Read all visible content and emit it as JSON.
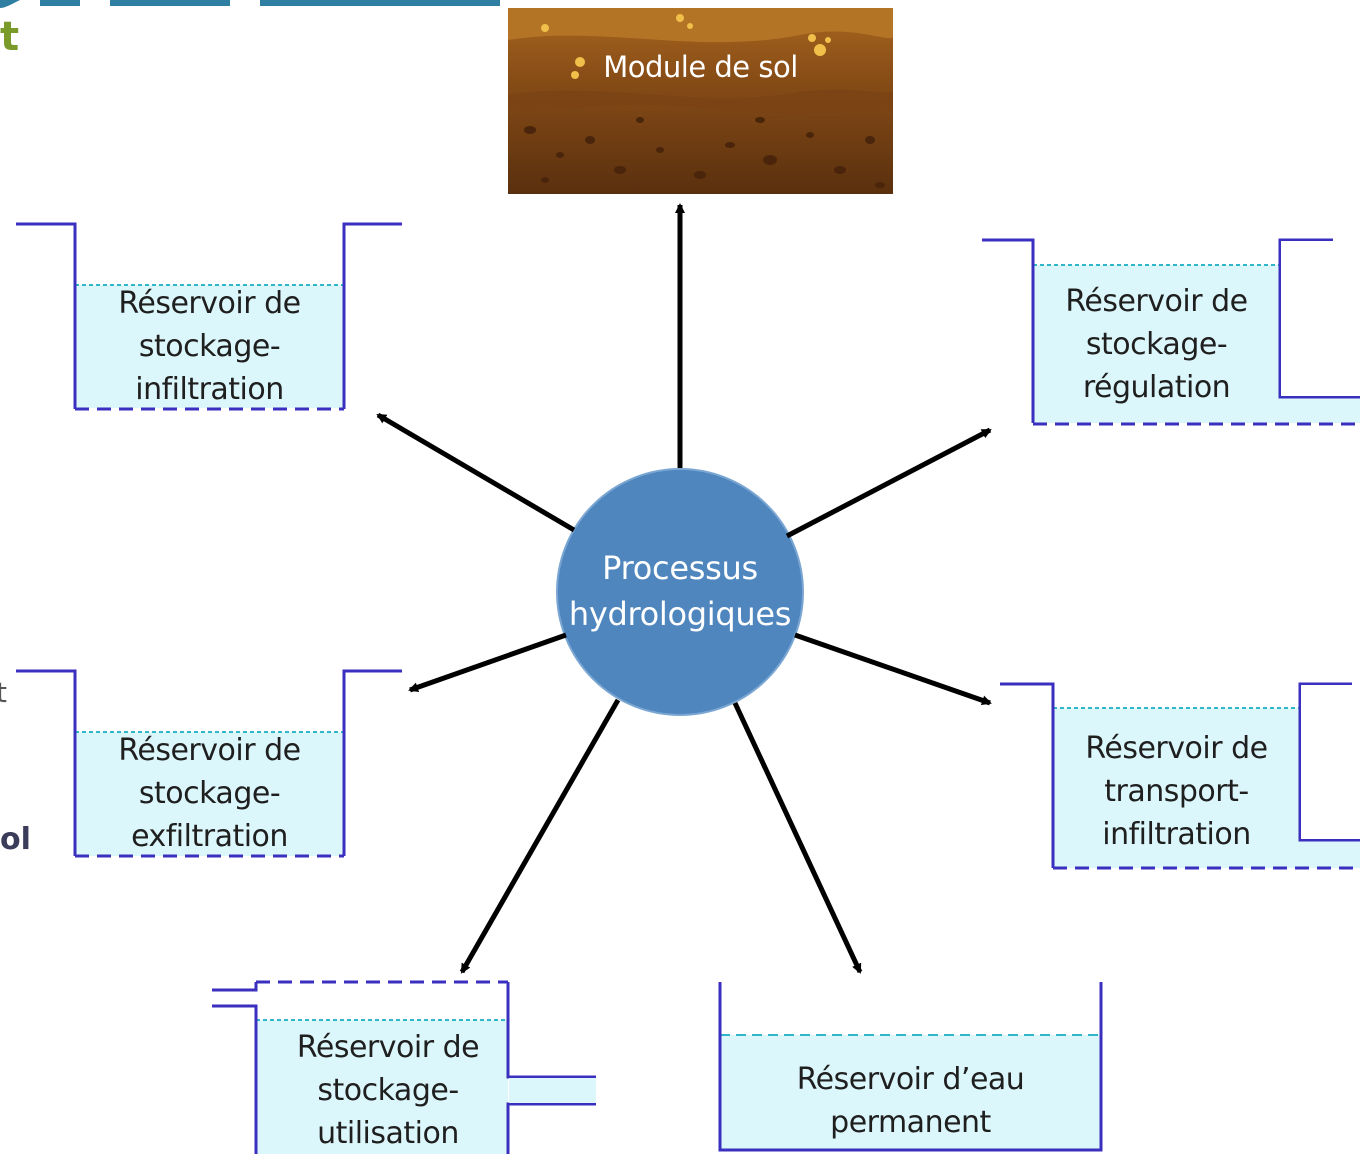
{
  "background_fragments": {
    "top_right_of_title": "t",
    "left_t": "t",
    "left_ol": "ol"
  },
  "soil_module": {
    "label": "Module de sol"
  },
  "center": {
    "line1": "Processus",
    "line2": "hydrologiques"
  },
  "reservoirs": {
    "infiltration": {
      "line1": "Réservoir de",
      "line2": "stockage-",
      "line3": "infiltration"
    },
    "regulation": {
      "line1": "Réservoir de",
      "line2": "stockage-",
      "line3": "régulation"
    },
    "exfiltration": {
      "line1": "Réservoir de",
      "line2": "stockage-",
      "line3": "exfiltration"
    },
    "transport": {
      "line1": "Réservoir de",
      "line2": "transport-",
      "line3": "infiltration"
    },
    "utilisation": {
      "line1": "Réservoir de",
      "line2": "stockage-",
      "line3": "utilisation"
    },
    "permanent": {
      "line1": "Réservoir d’eau",
      "line2": "permanent"
    }
  },
  "colors": {
    "water_fill": "#dcf7fb",
    "water_line": "#31b5c9",
    "wall": "#3b2fbf",
    "center_circle": "#4e86bd",
    "soil_dark": "#6b3a12",
    "soil_light": "#a86a2a",
    "arrow": "#000000",
    "title_fragment": "#2f7fa3"
  }
}
